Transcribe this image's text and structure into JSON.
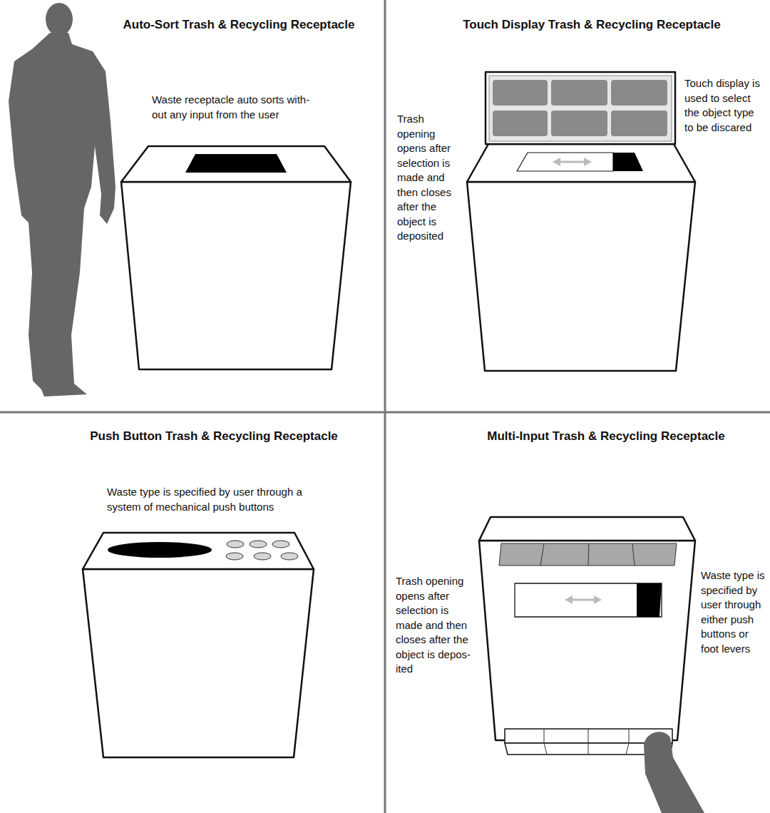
{
  "diagram": {
    "labels": [
      "Auto-Sort Trash & Recycling Receptacle",
      "Waste receptacle auto sorts with- out any input from the user",
      "Touch Display Trash & Recycling Receptacle",
      "Trash opening opens after selection is made and then closes after the object is deposited",
      "Touch display is used to select the object type to be discared",
      "Push Button Trash & Recycling Receptacle",
      "Waste type is specified by user through a system of mechanical push buttons",
      "Multi-Input Trash & Recycling Receptacle",
      "Trash opening opens after selection is made and then closes after the object is depos- ited",
      "Waste type is specified by user through either push buttons or foot levers"
    ]
  }
}
